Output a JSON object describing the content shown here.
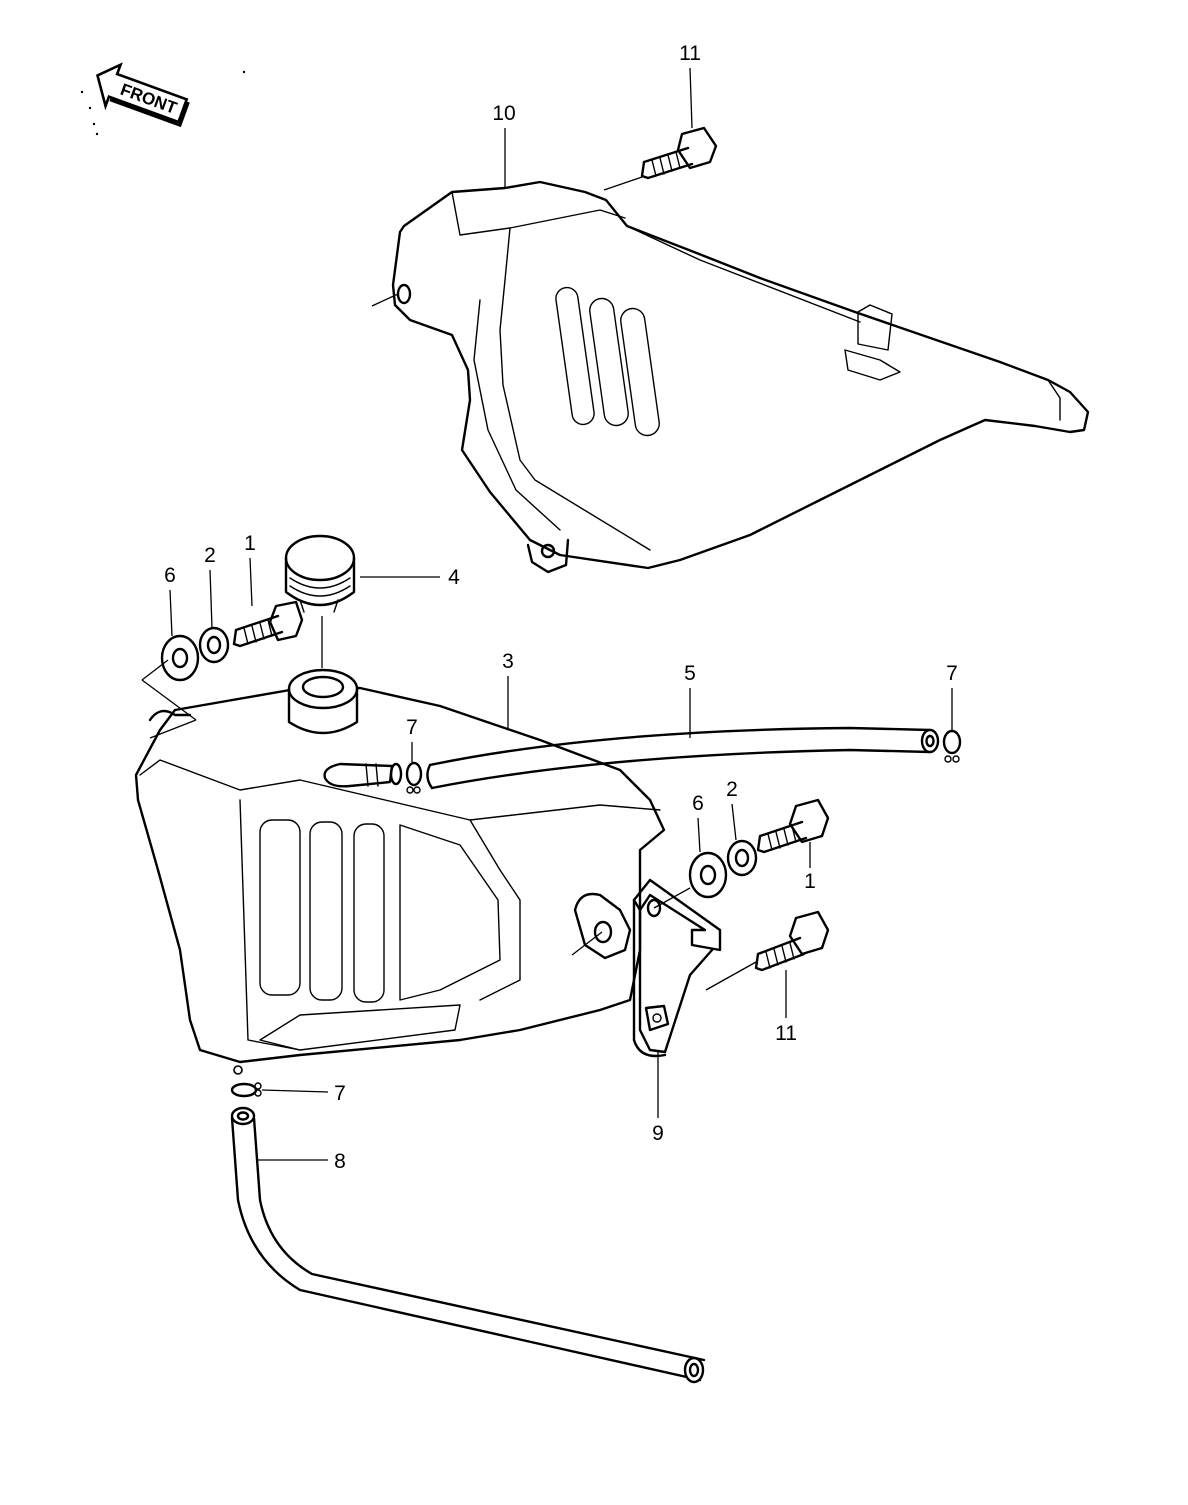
{
  "front_arrow": {
    "text": "FRONT"
  },
  "callouts": {
    "c1_left": "1",
    "c1_right": "1",
    "c2_left": "2",
    "c2_right": "2",
    "c3": "3",
    "c4": "4",
    "c5": "5",
    "c6_left": "6",
    "c6_right": "6",
    "c7_top": "7",
    "c7_mid": "7",
    "c7_bottom": "7",
    "c8": "8",
    "c9": "9",
    "c10": "10",
    "c11_top": "11",
    "c11_bottom": "11"
  }
}
